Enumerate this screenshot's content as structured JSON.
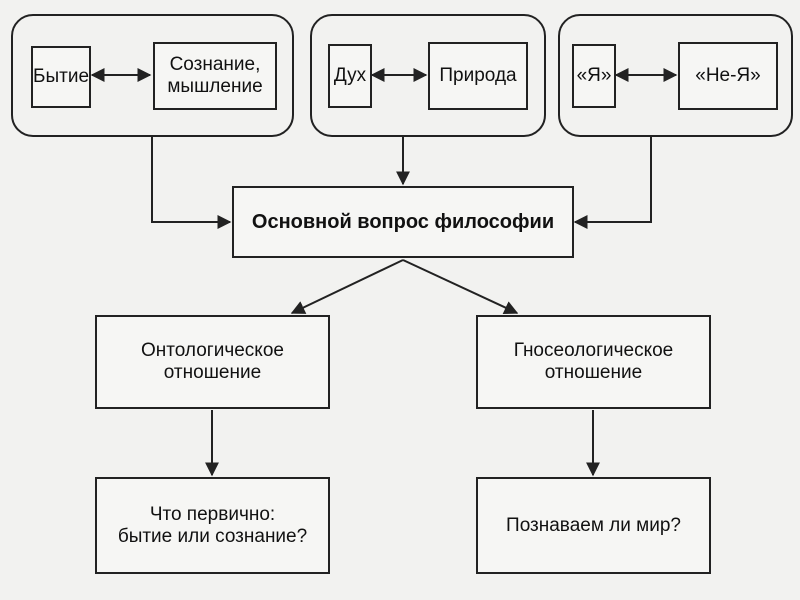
{
  "groups": [
    {
      "left": "Бытие",
      "right": "Сознание,\nмышление"
    },
    {
      "left": "Дух",
      "right": "Природа"
    },
    {
      "left": "«Я»",
      "right": "«Не-Я»"
    }
  ],
  "central": "Основной вопрос философии",
  "branches": [
    {
      "relation": "Онтологическое\nотношение",
      "question": "Что первично:\nбытие или сознание?"
    },
    {
      "relation": "Гносеологическое\nотношение",
      "question": "Познаваем ли мир?"
    }
  ]
}
